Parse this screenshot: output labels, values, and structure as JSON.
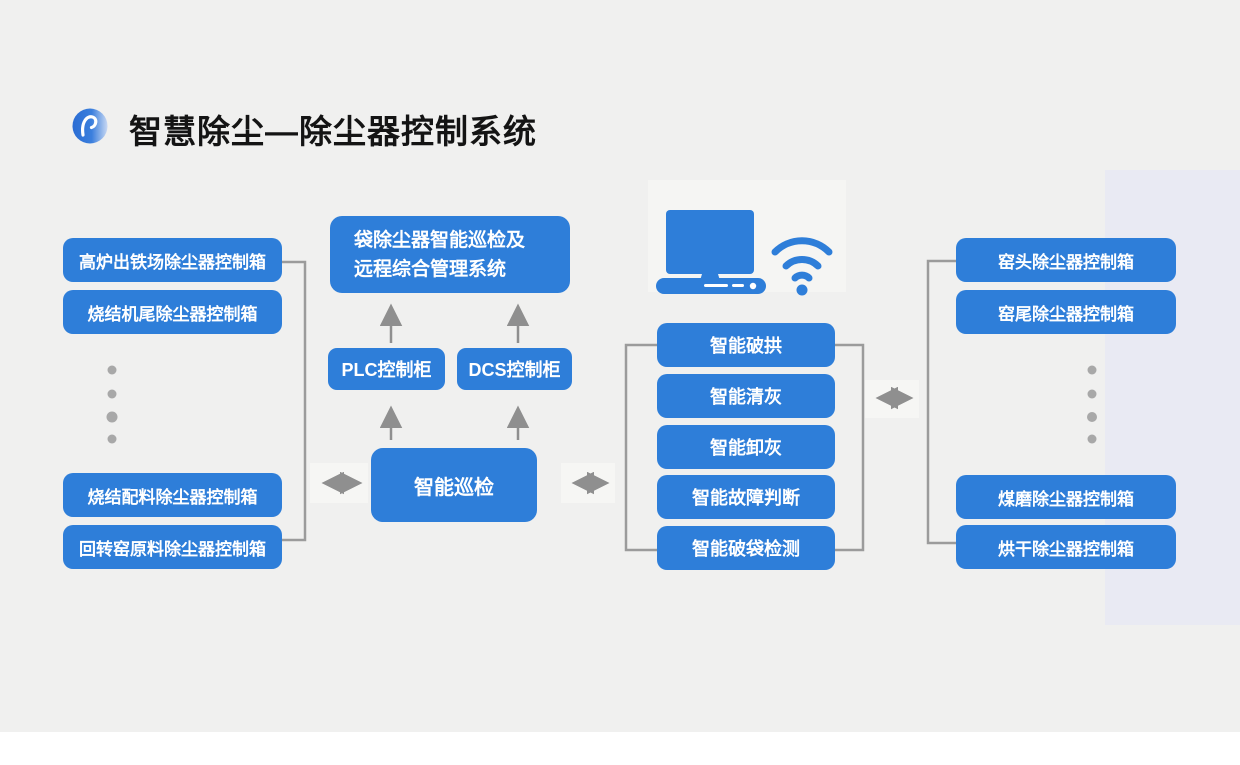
{
  "title": "智慧除尘—除尘器控制系统",
  "colors": {
    "box_blue": "#2e7ed9",
    "connector_gray": "#9b9b9b",
    "background": "#f0f0ef",
    "side_panel": "#e9eaf3"
  },
  "icons": {
    "logo": "swirl-logo-icon",
    "computer": "computer-icon",
    "wifi": "wifi-icon",
    "dots": "vertical-ellipsis-dots"
  },
  "left_column": {
    "boxes": [
      "高炉出铁场除尘器控制箱",
      "烧结机尾除尘器控制箱",
      "烧结配料除尘器控制箱",
      "回转窑原料除尘器控制箱"
    ]
  },
  "center": {
    "management_line1": "袋除尘器智能巡检及",
    "management_line2": "远程综合管理系统",
    "plc": "PLC控制柜",
    "dcs": "DCS控制柜",
    "inspection": "智能巡检"
  },
  "middle_column": {
    "boxes": [
      "智能破拱",
      "智能清灰",
      "智能卸灰",
      "智能故障判断",
      "智能破袋检测"
    ]
  },
  "right_column": {
    "boxes": [
      "窑头除尘器控制箱",
      "窑尾除尘器控制箱",
      "煤磨除尘器控制箱",
      "烘干除尘器控制箱"
    ]
  }
}
